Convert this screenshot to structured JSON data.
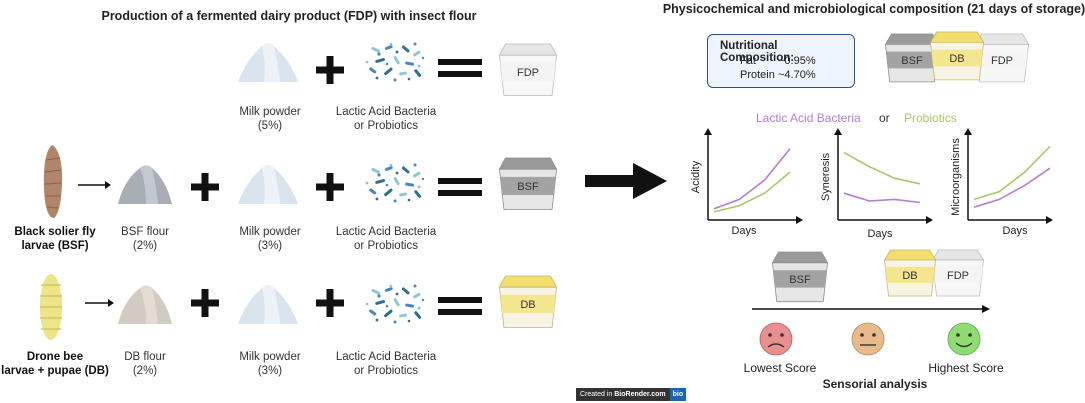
{
  "titles": {
    "left": "Production of a fermented dairy product (FDP) with insect flour",
    "right": "Physicochemical and microbiological composition (21 days of storage)"
  },
  "rows": [
    {
      "insect_label": [],
      "flour_label": [],
      "milk_label": [
        "Milk powder",
        "(5%)"
      ],
      "bacteria_label": [
        "Lactic Acid Bacteria",
        "or Probiotics"
      ],
      "cup_label": "FDP"
    },
    {
      "insect_label": [
        "Black solier fly",
        "larvae (BSF)"
      ],
      "flour_label": [
        "BSF flour",
        "(2%)"
      ],
      "milk_label": [
        "Milk powder",
        "(3%)"
      ],
      "bacteria_label": [
        "Lactic Acid Bacteria",
        "or Probiotics"
      ],
      "cup_label": "BSF"
    },
    {
      "insect_label": [
        "Drone bee",
        "larvae + pupae (DB)"
      ],
      "flour_label": [
        "DB flour",
        "(2%)"
      ],
      "milk_label": [
        "Milk powder",
        "(3%)"
      ],
      "bacteria_label": [
        "Lactic Acid Bacteria",
        "or Probiotics"
      ],
      "cup_label": "DB"
    }
  ],
  "nutrition": {
    "title": "Nutritional Composition:",
    "fat_label": "Fat",
    "fat_value": "~0.95%",
    "protein_label": "Protein",
    "protein_value": "~4.70%"
  },
  "legend": {
    "lab": "Lactic Acid Bacteria",
    "or": "or",
    "probiotics": "Probiotics",
    "lab_color": "#b77cd1",
    "probiotics_color": "#a9c76a"
  },
  "graphs": [
    {
      "ylabel": "Acidity",
      "xlabel": "Days",
      "lab_trend": [
        0.08,
        0.2,
        0.45,
        0.85
      ],
      "probiotics_trend": [
        0.04,
        0.12,
        0.28,
        0.55
      ]
    },
    {
      "ylabel": "Syneresis",
      "xlabel": "Days",
      "lab_trend": [
        0.28,
        0.18,
        0.2,
        0.16
      ],
      "probiotics_trend": [
        0.8,
        0.62,
        0.47,
        0.4
      ]
    },
    {
      "ylabel": "Microorganisms",
      "xlabel": "Days",
      "lab_trend": [
        0.1,
        0.2,
        0.38,
        0.6
      ],
      "probiotics_trend": [
        0.2,
        0.3,
        0.55,
        0.88
      ]
    }
  ],
  "sensory": {
    "cups": [
      "BSF",
      "DB",
      "FDP"
    ],
    "lowest": "Lowest Score",
    "highest": "Highest Score",
    "title": "Sensorial analysis"
  },
  "top_cups": [
    "BSF",
    "DB",
    "FDP"
  ],
  "badge": {
    "text_prefix": "Created in ",
    "brand": "BioRender.com",
    "logo": "bio"
  },
  "colors": {
    "accent": "#2a4f86",
    "bsf_cup": "#a3a3a3",
    "db_cup": "#f4e58f",
    "fdp_cup": "#f4f4f4",
    "flour_bsf": "#a9adb5",
    "flour_db": "#d2cbc1",
    "milk": "#d9e4ef",
    "smile_low": "#e88f8f",
    "smile_mid": "#e8b98a",
    "smile_high": "#8fdc73"
  }
}
